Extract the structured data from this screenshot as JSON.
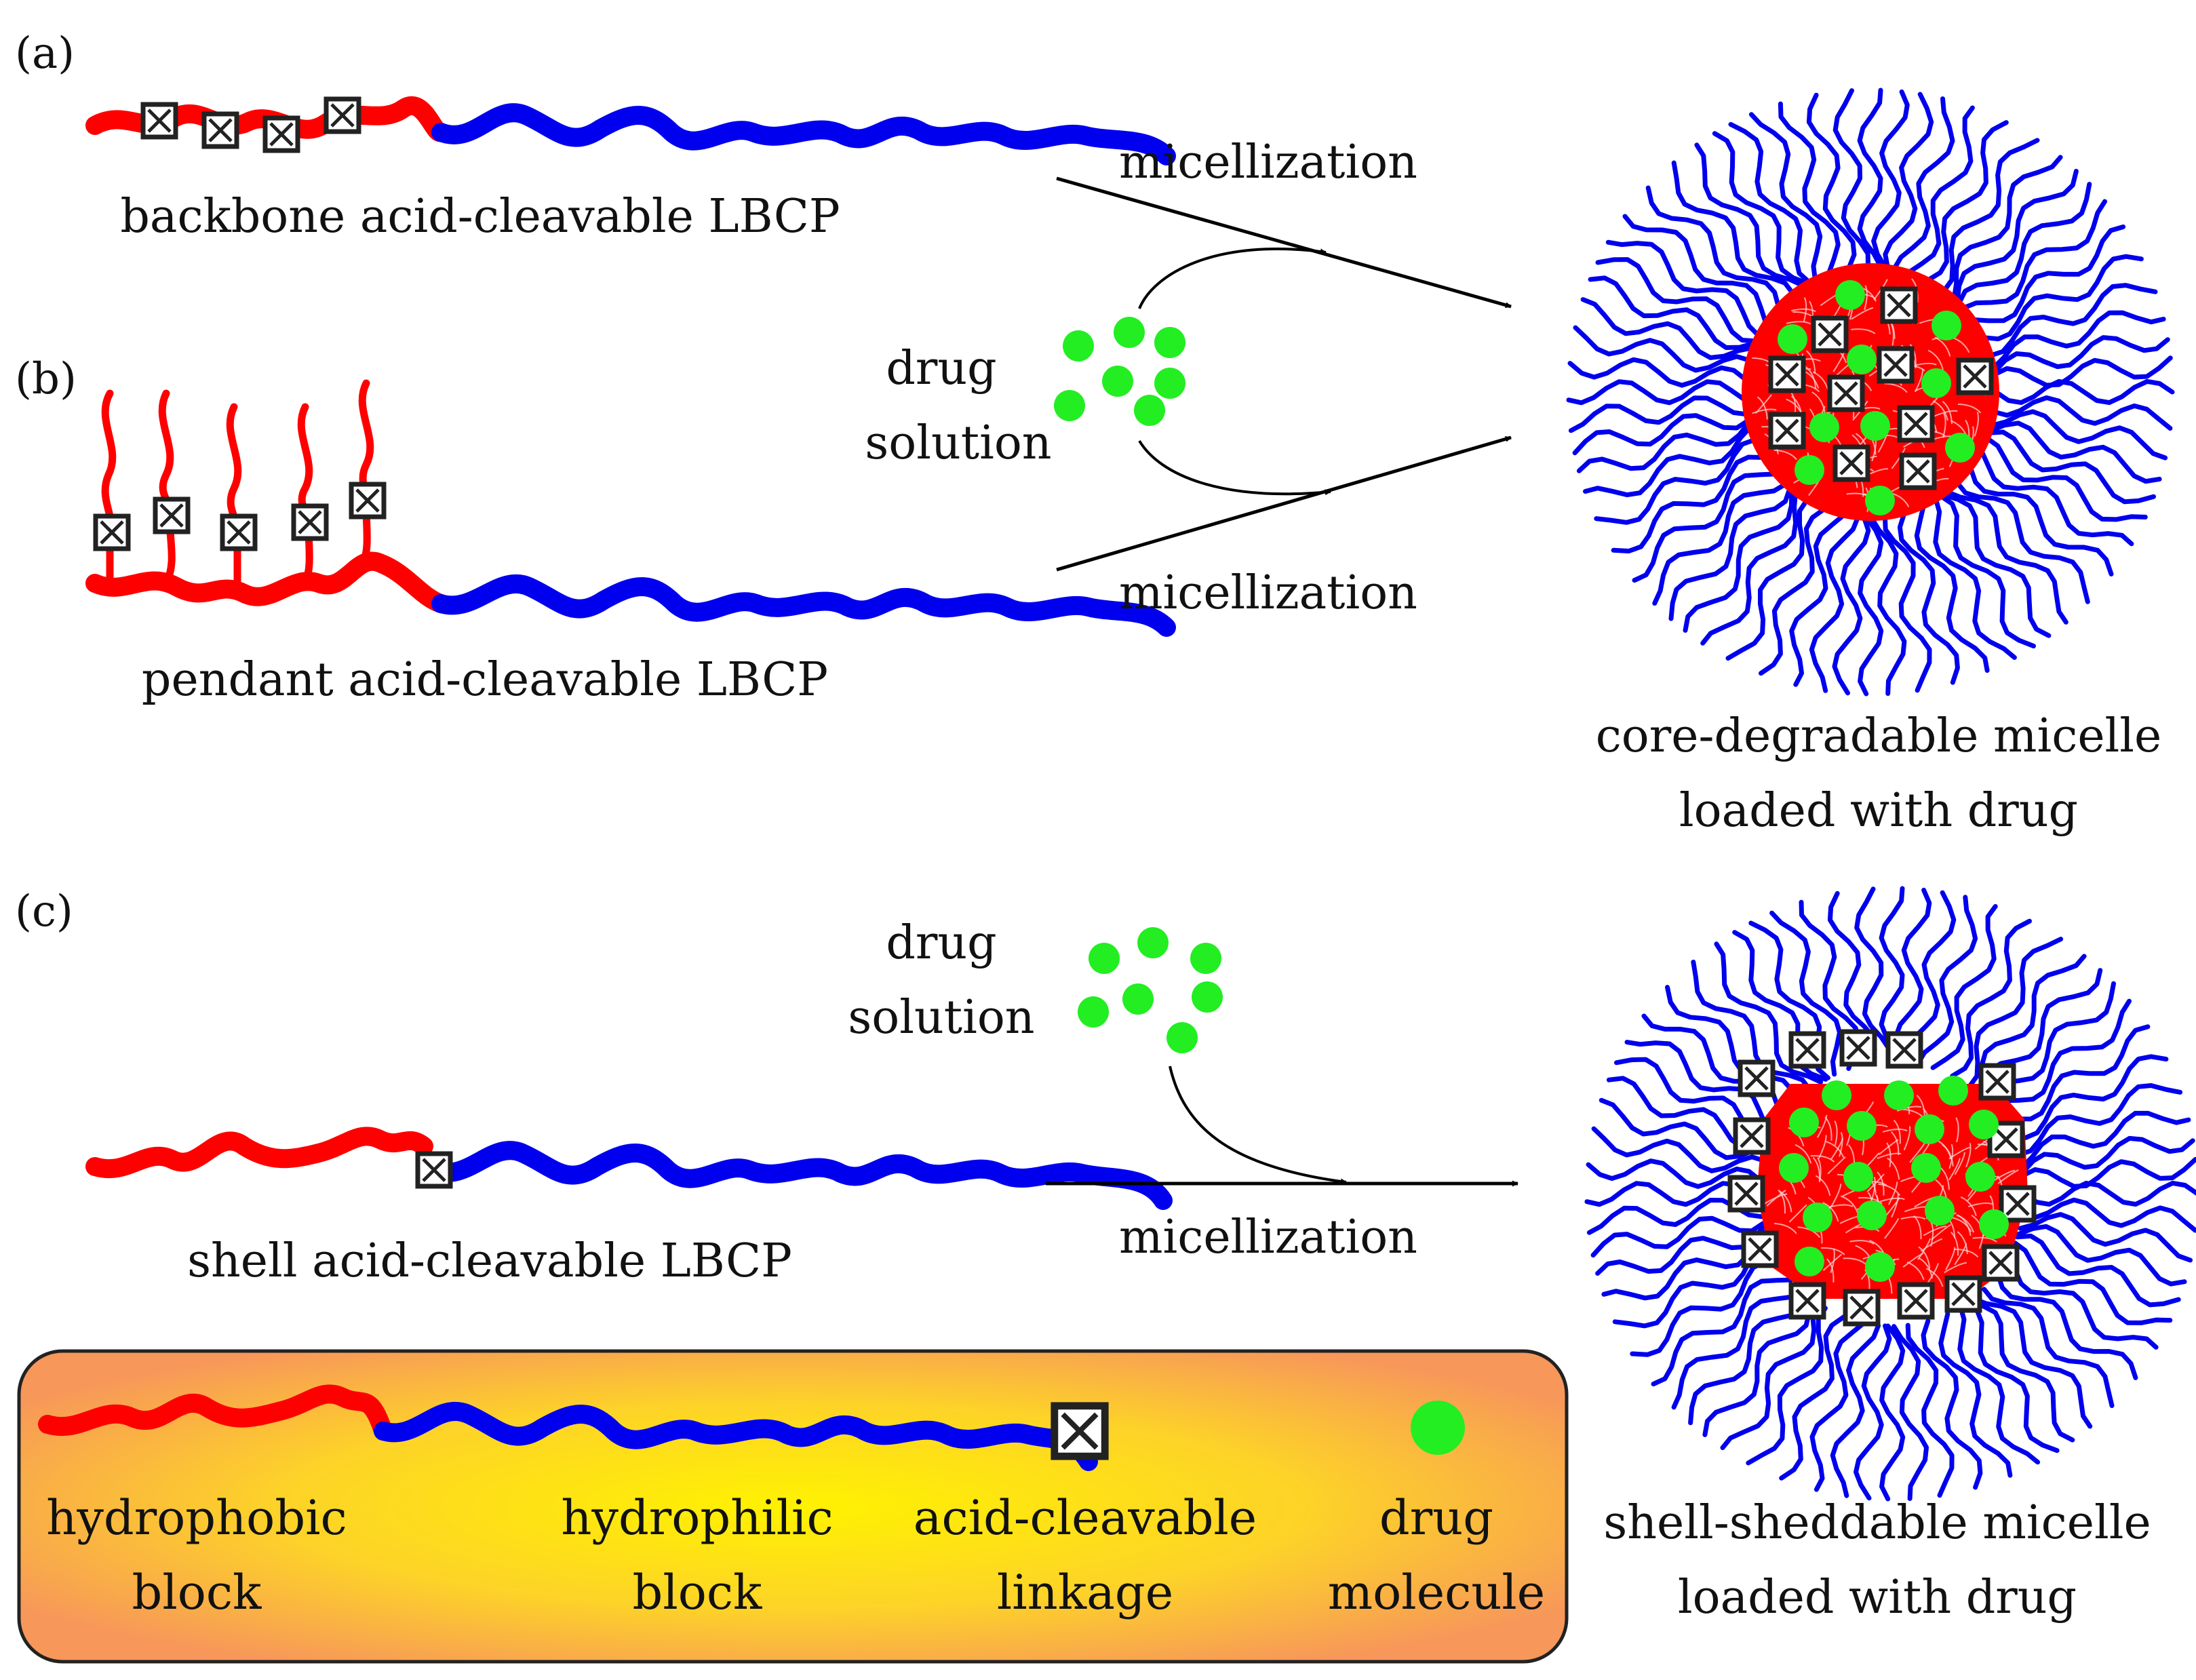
{
  "panels": {
    "a": "(a)",
    "b": "(b)",
    "c": "(c)"
  },
  "polymers": {
    "backbone": "backbone acid-cleavable LBCP",
    "pendant": "pendant acid-cleavable LBCP",
    "shell": "shell acid-cleavable LBCP"
  },
  "process": {
    "micellization_top": "micellization",
    "micellization_mid": "micellization",
    "micellization_bottom": "micellization",
    "drug1_line1": "drug",
    "drug1_line2": "solution",
    "drug2_line1": "drug",
    "drug2_line2": "solution"
  },
  "micelles": {
    "core_line1": "core-degradable micelle",
    "core_line2": "loaded with drug",
    "shell_line1": "shell-sheddable micelle",
    "shell_line2": "loaded with drug"
  },
  "legend": {
    "hydrophobic_line1": "hydrophobic",
    "hydrophobic_line2": "block",
    "hydrophilic_line1": "hydrophilic",
    "hydrophilic_line2": "block",
    "linkage_line1": "acid-cleavable",
    "linkage_line2": "linkage",
    "drug_line1": "drug",
    "drug_line2": "molecule"
  },
  "colors": {
    "hydrophobic": "#ff0000",
    "hydrophilic": "#0000ee",
    "drug": "#22ee22",
    "linkage": "#222222",
    "legend_center": "#fff200",
    "legend_edge": "#f7975a"
  }
}
